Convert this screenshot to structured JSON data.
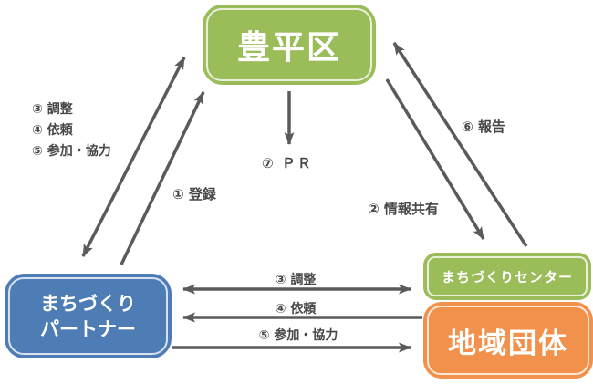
{
  "diagram": {
    "nodes": {
      "ward": {
        "label": "豊平区",
        "color": "#9abc59"
      },
      "partner": {
        "lines": [
          "まちづくり",
          "パートナー"
        ],
        "color": "#4e7cb4"
      },
      "center": {
        "label": "まちづくりセンター",
        "color": "#9abc59"
      },
      "community_group": {
        "label": "地域団体",
        "color": "#f1914b"
      }
    },
    "edge_labels": {
      "ward_partner_stack": [
        "③ 調整",
        "④ 依頼",
        "⑤ 参加・協力"
      ],
      "register": "① 登録",
      "info_sharing": "② 情報共有",
      "report": "⑥ 報告",
      "pr": "⑦ ＰＲ",
      "coordination": "③ 調整",
      "request": "④ 依頼",
      "participation": "⑤ 参加・協力"
    },
    "colors": {
      "arrow": "#595a5c",
      "label_text": "#474747",
      "background": "#ffffff"
    }
  }
}
